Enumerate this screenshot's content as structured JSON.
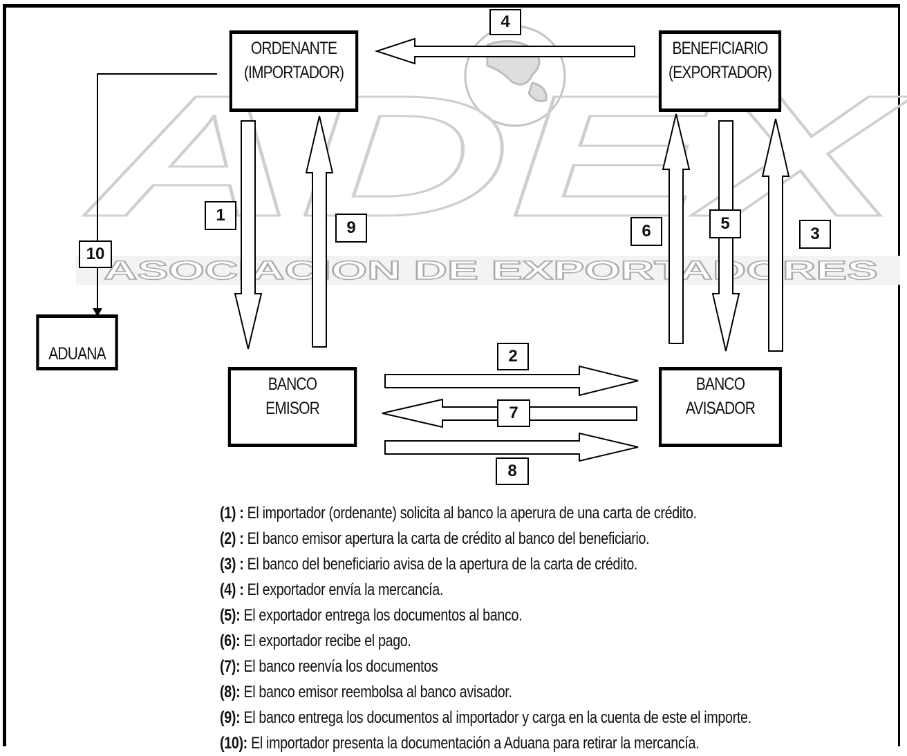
{
  "watermark": {
    "logo": "ADEX",
    "tagline": "ASOCIACION DE EXPORTADORES"
  },
  "nodes": {
    "ordenante": [
      "ORDENANTE",
      "(IMPORTADOR)"
    ],
    "beneficiario": [
      "BENEFICIARIO",
      "(EXPORTADOR)"
    ],
    "banco_emisor": [
      "BANCO",
      "EMISOR"
    ],
    "banco_avisador": [
      "BANCO",
      "AVISADOR"
    ],
    "aduana": "ADUANA"
  },
  "steps": [
    "1",
    "2",
    "3",
    "4",
    "5",
    "6",
    "7",
    "8",
    "9",
    "10"
  ],
  "legend": [
    {
      "num": "(1) :",
      "text": "El importador (ordenante) solicita al banco la aperura de una carta de crédito."
    },
    {
      "num": "(2) :",
      "text": "El banco emisor apertura la carta de crédito al banco del beneficiario."
    },
    {
      "num": "(3) :",
      "text": "El banco del beneficiario avisa de la apertura de la carta de crédito."
    },
    {
      "num": "(4) :",
      "text": "El exportador envía la mercancía."
    },
    {
      "num": "(5):",
      "text": "El exportador entrega los documentos al banco."
    },
    {
      "num": "(6):",
      "text": "El exportador recibe el pago."
    },
    {
      "num": "(7):",
      "text": "El banco reenvía los documentos"
    },
    {
      "num": "(8):",
      "text": "El banco emisor reembolsa al banco avisador."
    },
    {
      "num": "(9):",
      "text": "El banco entrega los documentos al importador y carga en la cuenta de este el importe."
    },
    {
      "num": "(10):",
      "text": "El importador presenta la documentación a Aduana para retirar la mercancía."
    }
  ]
}
